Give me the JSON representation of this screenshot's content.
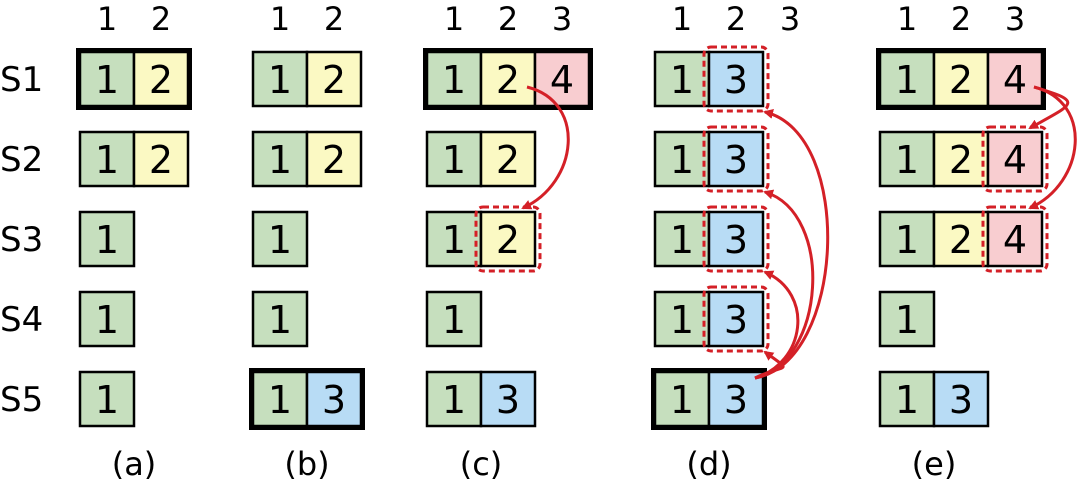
{
  "colors": {
    "term1": "#c6dfbe",
    "term2": "#fbf9c3",
    "term3": "#b8dcf5",
    "term4": "#f8cdd0",
    "arrow": "#d42027",
    "outline": "#000000"
  },
  "servers": [
    "S1",
    "S2",
    "S3",
    "S4",
    "S5"
  ],
  "panels": [
    {
      "caption": "(a)",
      "index_labels": [
        "1",
        "2"
      ],
      "rows": [
        {
          "entries": [
            "1",
            "2"
          ],
          "leader": true,
          "highlight": []
        },
        {
          "entries": [
            "1",
            "2"
          ],
          "leader": false,
          "highlight": []
        },
        {
          "entries": [
            "1"
          ],
          "leader": false,
          "highlight": []
        },
        {
          "entries": [
            "1"
          ],
          "leader": false,
          "highlight": []
        },
        {
          "entries": [
            "1"
          ],
          "leader": false,
          "highlight": []
        }
      ],
      "arrows": []
    },
    {
      "caption": "(b)",
      "index_labels": [
        "1",
        "2"
      ],
      "rows": [
        {
          "entries": [
            "1",
            "2"
          ],
          "leader": false,
          "highlight": []
        },
        {
          "entries": [
            "1",
            "2"
          ],
          "leader": false,
          "highlight": []
        },
        {
          "entries": [
            "1"
          ],
          "leader": false,
          "highlight": []
        },
        {
          "entries": [
            "1"
          ],
          "leader": false,
          "highlight": []
        },
        {
          "entries": [
            "1",
            "3"
          ],
          "leader": true,
          "highlight": []
        }
      ],
      "arrows": []
    },
    {
      "caption": "(c)",
      "index_labels": [
        "1",
        "2",
        "3"
      ],
      "rows": [
        {
          "entries": [
            "1",
            "2",
            "4"
          ],
          "leader": true,
          "highlight": []
        },
        {
          "entries": [
            "1",
            "2"
          ],
          "leader": false,
          "highlight": []
        },
        {
          "entries": [
            "1",
            "2"
          ],
          "leader": false,
          "highlight": [
            1
          ]
        },
        {
          "entries": [
            "1"
          ],
          "leader": false,
          "highlight": []
        },
        {
          "entries": [
            "1",
            "3"
          ],
          "leader": false,
          "highlight": []
        }
      ],
      "arrows": [
        {
          "from_row": 0,
          "to_row": 2,
          "from_col": 1,
          "to_col": 1
        }
      ]
    },
    {
      "caption": "(d)",
      "index_labels": [
        "1",
        "2",
        "3"
      ],
      "rows": [
        {
          "entries": [
            "1",
            "3"
          ],
          "leader": false,
          "highlight": [
            1
          ]
        },
        {
          "entries": [
            "1",
            "3"
          ],
          "leader": false,
          "highlight": [
            1
          ]
        },
        {
          "entries": [
            "1",
            "3"
          ],
          "leader": false,
          "highlight": [
            1
          ]
        },
        {
          "entries": [
            "1",
            "3"
          ],
          "leader": false,
          "highlight": [
            1
          ]
        },
        {
          "entries": [
            "1",
            "3"
          ],
          "leader": true,
          "highlight": []
        }
      ],
      "arrows": [
        {
          "from_row": 4,
          "to_row": 0,
          "from_col": 1,
          "to_col": 1
        },
        {
          "from_row": 4,
          "to_row": 1,
          "from_col": 1,
          "to_col": 1
        },
        {
          "from_row": 4,
          "to_row": 2,
          "from_col": 1,
          "to_col": 1
        },
        {
          "from_row": 4,
          "to_row": 3,
          "from_col": 1,
          "to_col": 1
        }
      ]
    },
    {
      "caption": "(e)",
      "index_labels": [
        "1",
        "2",
        "3"
      ],
      "rows": [
        {
          "entries": [
            "1",
            "2",
            "4"
          ],
          "leader": true,
          "highlight": []
        },
        {
          "entries": [
            "1",
            "2",
            "4"
          ],
          "leader": false,
          "highlight": [
            2
          ]
        },
        {
          "entries": [
            "1",
            "2",
            "4"
          ],
          "leader": false,
          "highlight": [
            2
          ]
        },
        {
          "entries": [
            "1"
          ],
          "leader": false,
          "highlight": []
        },
        {
          "entries": [
            "1",
            "3"
          ],
          "leader": false,
          "highlight": []
        }
      ],
      "arrows": [
        {
          "from_row": 0,
          "to_row": 1,
          "from_col": 2,
          "to_col": 2
        },
        {
          "from_row": 0,
          "to_row": 2,
          "from_col": 2,
          "to_col": 2
        }
      ]
    }
  ]
}
